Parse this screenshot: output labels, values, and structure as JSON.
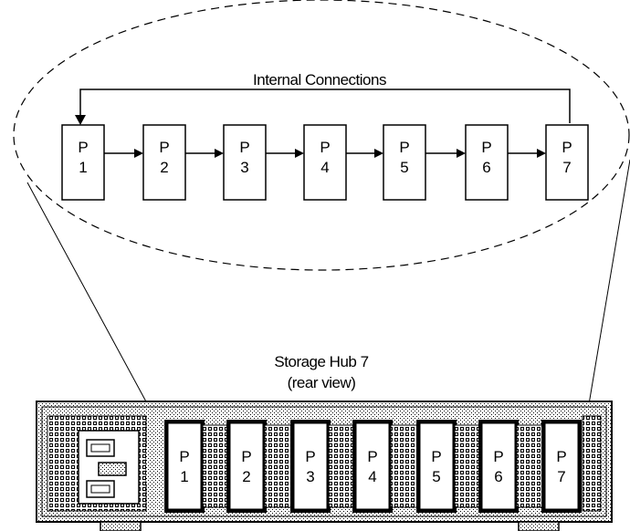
{
  "diagram": {
    "connections_title": "Internal Connections",
    "hub_title": "Storage Hub 7",
    "hub_subtitle": "(rear view)",
    "port_prefix": "P",
    "ports": [
      "1",
      "2",
      "3",
      "4",
      "5",
      "6",
      "7"
    ],
    "rack_ports": [
      "1",
      "2",
      "3",
      "4",
      "5",
      "6",
      "7"
    ]
  }
}
